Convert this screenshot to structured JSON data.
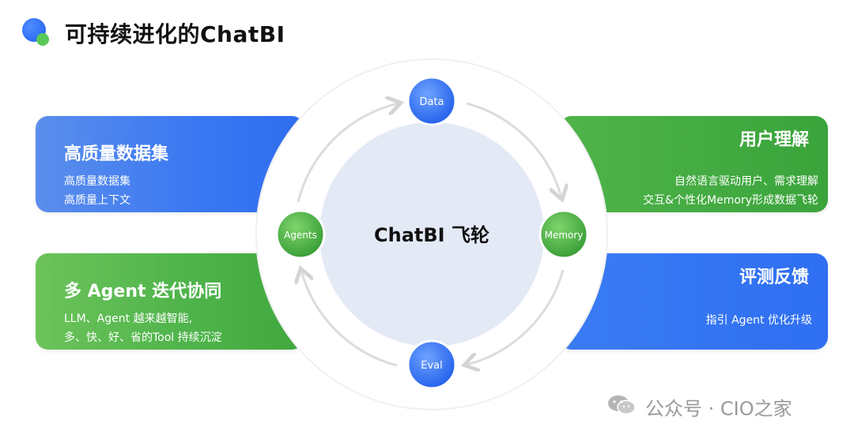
{
  "page": {
    "title": "可持续进化的ChatBI"
  },
  "cards": {
    "top_left": {
      "title": "高质量数据集",
      "lines": [
        "高质量数据集",
        "高质量上下文"
      ]
    },
    "bottom_left": {
      "title": "多 Agent 迭代协同",
      "lines": [
        "LLM、Agent 越来越智能,",
        "多、快、好、省的Tool 持续沉淀"
      ]
    },
    "top_right": {
      "title": "用户理解",
      "lines": [
        "自然语言驱动用户、需求理解",
        "交互&个性化Memory形成数据飞轮"
      ]
    },
    "bottom_right": {
      "title": "评测反馈",
      "lines": [
        "指引 Agent 优化升级"
      ]
    }
  },
  "wheel": {
    "center_label": "ChatBI 飞轮",
    "nodes": {
      "top": "Data",
      "right": "Memory",
      "bottom": "Eval",
      "left": "Agents"
    }
  },
  "watermark": {
    "text": "公众号 · CIO之家",
    "icon": "wechat-icon"
  },
  "colors": {
    "blue": "#2f6df0",
    "green": "#41a83e",
    "center_fill": "#e3e9f6"
  }
}
